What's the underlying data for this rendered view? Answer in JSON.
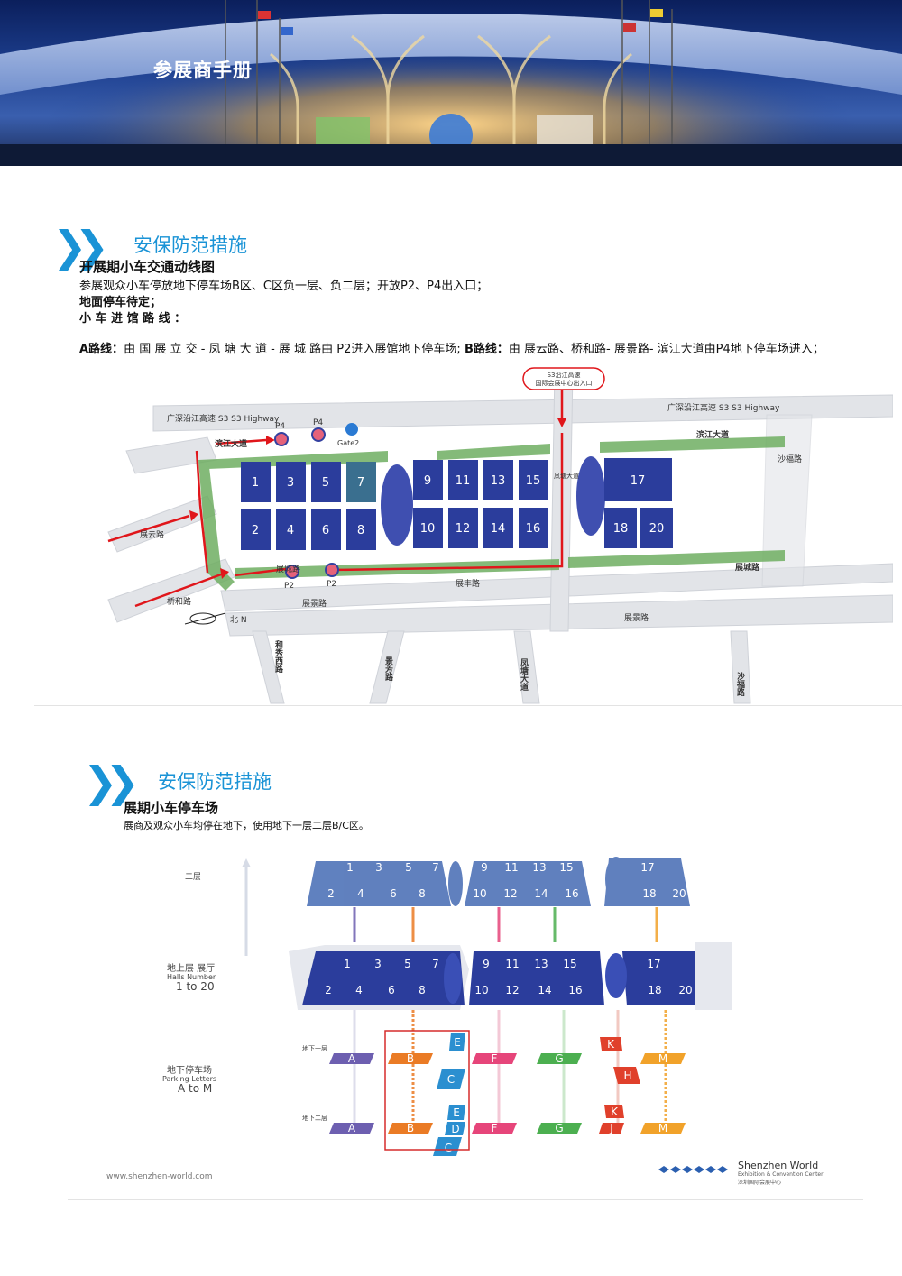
{
  "header": {
    "title": "参展商手册"
  },
  "section1": {
    "title": "安保防范措施",
    "subtitle": "开展期小车交通动线图",
    "line1": "参展观众小车停放地下停车场B区、C区负一层、负二层；开放P2、P4出入口；",
    "line2": "地面停车待定；",
    "line3": "小 车 进 馆 路 线 ：",
    "route_a_label": "A路线：",
    "route_a_text": "由 国 展 立 交 - 凤 塘 大 道 - 展 城 路由 P2进入展馆地下停车场;",
    "route_b_label": "B路线：",
    "route_b_text": "由 展云路、桥和路- 展景路- 滨江大道由P4地下停车场进入；",
    "map": {
      "callout": [
        "S3沿江高速",
        "国际会展中心出入口"
      ],
      "highway_left": "广深沿江高速 S3  S3 Highway",
      "highway_right": "广深沿江高速 S3  S3 Highway",
      "binjiang_left": "滨江大道",
      "binjiang_right": "滨江大道",
      "shafu_right": "沙福路",
      "zhanyun": "展云路",
      "qiaohe": "桥和路",
      "zhancheng_top": "展城路",
      "zhancheng_bottom": "展城路",
      "zhanfeng": "展丰路",
      "zhanjing_left": "展景路",
      "zhanjing_right": "展景路",
      "fengtang_vertical": "凤塘大道",
      "north": "北 N",
      "p4_a": "P4",
      "p4_b": "P4",
      "gate2": "Gate2",
      "p2_a": "P2",
      "p2_b": "P2",
      "bottom_roads": [
        "和秀西路",
        "景芳路",
        "凤塘大道",
        "沙福路"
      ],
      "halls_top": [
        "1",
        "3",
        "5",
        "7",
        "9",
        "11",
        "13",
        "15",
        "17"
      ],
      "halls_bottom": [
        "2",
        "4",
        "6",
        "8",
        "10",
        "12",
        "14",
        "16",
        "18",
        "20"
      ],
      "colors": {
        "hall": "#2b3d9c",
        "hall_alt": "#3a6f8f",
        "route": "#e0161b",
        "green": "#4f9a4a"
      }
    }
  },
  "section2": {
    "title": "安保防范措施",
    "subtitle": "展期小车停车场",
    "line1": "展商及观众小车均停在地下，使用地下一层二层B/C区。",
    "diagram": {
      "level2": "二层",
      "ground_cn": "地上层 展厅",
      "ground_en": "Halls Number",
      "ground_range": "1 to 20",
      "parking_cn": "地下停车场",
      "parking_en": "Parking Letters",
      "parking_range": "A to M",
      "b1": "地下一层",
      "b2": "地下二层",
      "halls_top": [
        "1",
        "3",
        "5",
        "7",
        "9",
        "11",
        "13",
        "15",
        "17"
      ],
      "halls_bottom": [
        "2",
        "4",
        "6",
        "8",
        "10",
        "12",
        "14",
        "16",
        "18",
        "20"
      ],
      "b1_letters": [
        "A",
        "B",
        "E",
        "C",
        "F",
        "G",
        "K",
        "H",
        "M"
      ],
      "b2_letters": [
        "A",
        "B",
        "E",
        "D",
        "C",
        "F",
        "G",
        "K",
        "J",
        "M"
      ],
      "colors": {
        "A": "#6d5fb0",
        "B": "#ea7b25",
        "C": "#2b8fd0",
        "F": "#e6457a",
        "G": "#4caf50",
        "K": "#e0402b",
        "M": "#f1a22a",
        "hall": "#2b3d9c",
        "highlight": "#d62c2c"
      }
    }
  },
  "footer": {
    "url": "www.shenzhen-world.com",
    "brand": "Shenzhen World",
    "brand_sub": "Exhibition & Convention Center",
    "brand_cn": "深圳国际会展中心"
  }
}
